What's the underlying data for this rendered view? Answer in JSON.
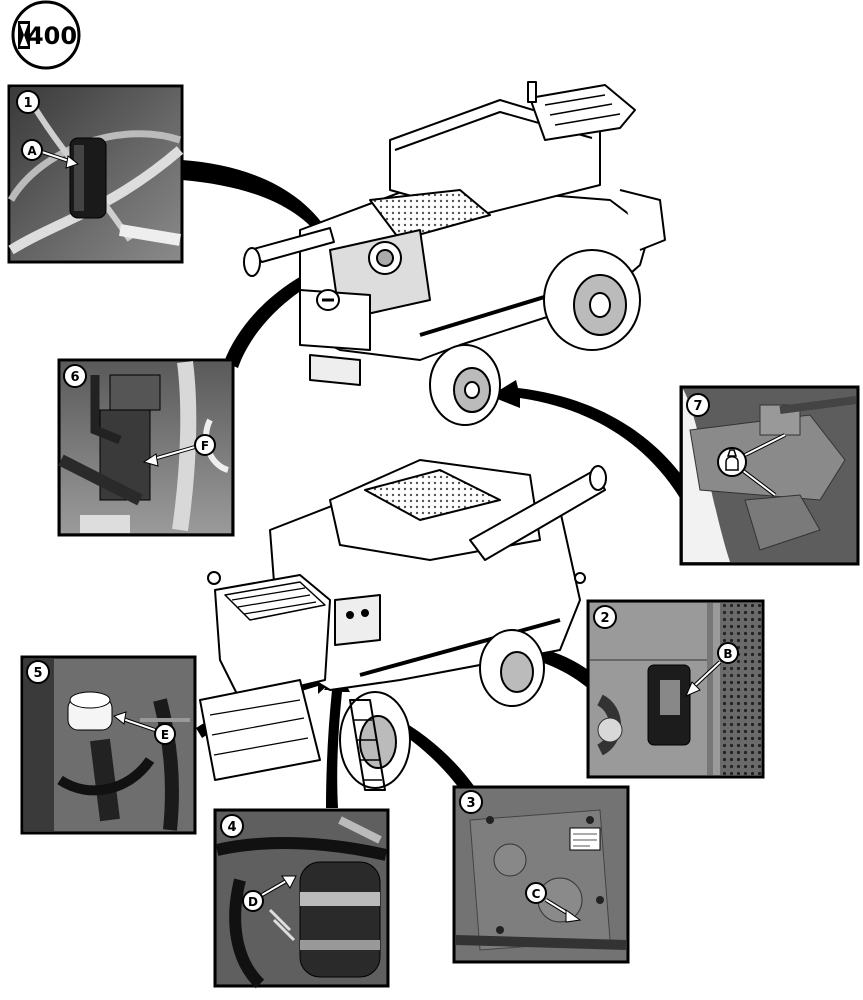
{
  "header": {
    "interval_number": "400",
    "interval_icon": "hourglass-icon"
  },
  "panels": [
    {
      "number": "1",
      "letter": "A"
    },
    {
      "number": "2",
      "letter": "B"
    },
    {
      "number": "3",
      "letter": "C"
    },
    {
      "number": "4",
      "letter": "D"
    },
    {
      "number": "5",
      "letter": "E"
    },
    {
      "number": "6",
      "letter": "F"
    },
    {
      "number": "7",
      "letter": "grease-fitting-icon"
    }
  ]
}
